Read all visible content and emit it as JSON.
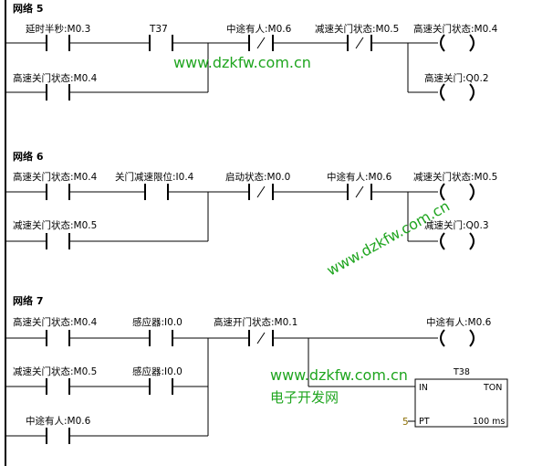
{
  "networks": [
    {
      "title": "网络 5",
      "contacts": [
        {
          "label": "延时半秒:M0.3",
          "negated": false
        },
        {
          "label": "T37",
          "negated": false
        },
        {
          "label": "中途有人:M0.6",
          "negated": true
        },
        {
          "label": "减速关门状态:M0.5",
          "negated": true
        },
        {
          "label": "高速关门状态:M0.4",
          "negated": false
        }
      ],
      "coils": [
        {
          "label": "高速关门状态:M0.4"
        },
        {
          "label": "高速关门:Q0.2"
        }
      ]
    },
    {
      "title": "网络 6",
      "contacts": [
        {
          "label": "高速关门状态:M0.4",
          "negated": false
        },
        {
          "label": "关门减速限位:I0.4",
          "negated": false
        },
        {
          "label": "启动状态:M0.0",
          "negated": true
        },
        {
          "label": "中途有人:M0.6",
          "negated": true
        },
        {
          "label": "减速关门状态:M0.5",
          "negated": false
        }
      ],
      "coils": [
        {
          "label": "减速关门状态:M0.5"
        },
        {
          "label": "减速关门:Q0.3"
        }
      ]
    },
    {
      "title": "网络 7",
      "contacts": [
        {
          "label": "高速关门状态:M0.4",
          "negated": false
        },
        {
          "label": "感应器:I0.0",
          "negated": false
        },
        {
          "label": "高速开门状态:M0.1",
          "negated": true
        },
        {
          "label": "减速关门状态:M0.5",
          "negated": false
        },
        {
          "label": "感应器:I0.0",
          "negated": false
        },
        {
          "label": "中途有人:M0.6",
          "negated": false
        }
      ],
      "coils": [
        {
          "label": "中途有人:M0.6"
        }
      ],
      "timer": {
        "name": "T38",
        "type": "TON",
        "in_label": "IN",
        "pt_label": "PT",
        "pt_value": "5",
        "base": "100 ms"
      }
    }
  ],
  "watermarks": {
    "url": "www.dzkfw.com.cn",
    "cn_name": "电子开发网"
  }
}
